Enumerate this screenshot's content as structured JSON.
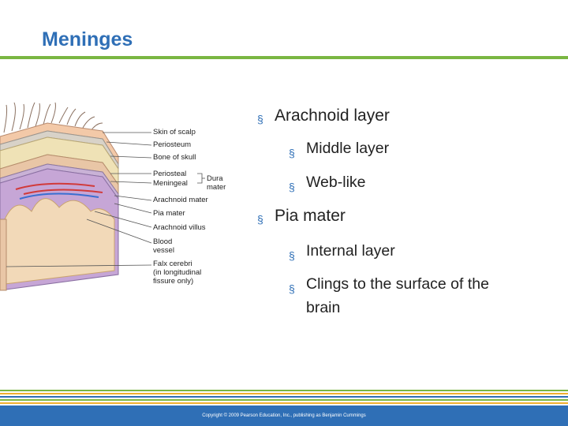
{
  "slide": {
    "title": "Meninges",
    "footer": "Copyright © 2009 Pearson Education, Inc., publishing as Benjamin Cummings"
  },
  "figure": {
    "labels": {
      "skin_of_scalp": "Skin of scalp",
      "periosteum": "Periosteum",
      "bone_of_skull": "Bone of skull",
      "periosteal": "Periosteal",
      "meningeal": "Meningeal",
      "dura_mater": "Dura\nmater",
      "arachnoid_mater": "Arachnoid mater",
      "pia_mater": "Pia mater",
      "arachnoid_villus": "Arachnoid villus",
      "blood_vessel": "Blood\nvessel",
      "falx_cerebri": "Falx cerebri\n(in longitudinal\nfissure only)"
    }
  },
  "content": {
    "bullets": [
      {
        "text": "Arachnoid layer",
        "level": 1
      },
      {
        "text": "Middle layer",
        "level": 2
      },
      {
        "text": "Web-like",
        "level": 2
      },
      {
        "text": "Pia mater",
        "level": 1
      },
      {
        "text": "Internal layer",
        "level": 2
      },
      {
        "text": "Clings to the surface of the\nbrain",
        "level": 2
      }
    ]
  },
  "colors": {
    "title": "#2f6fb6",
    "accent_green": "#7ab642",
    "footer_blue": "#2f6fb6",
    "bullet_marker": "#2f6fb6"
  },
  "icons": {
    "bullet": "square-bullet-icon"
  }
}
